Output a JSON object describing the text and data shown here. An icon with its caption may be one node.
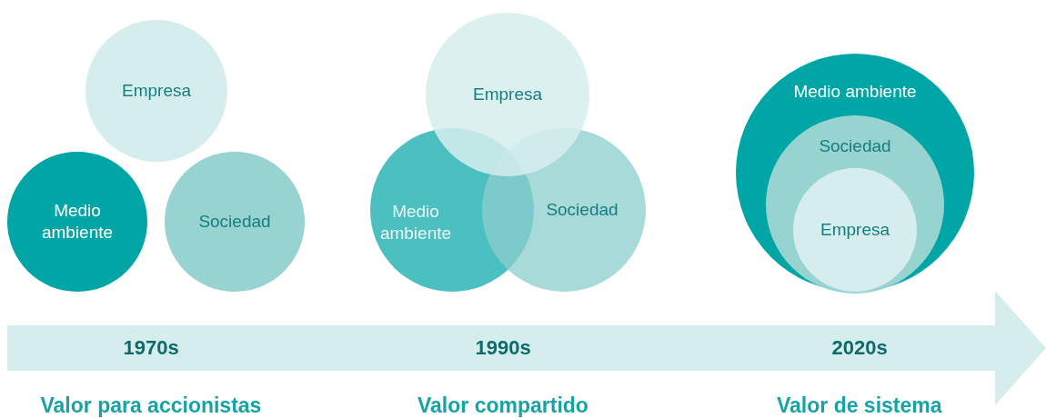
{
  "diagram": {
    "nodes": [
      {
        "text": [
          "Empresa"
        ]
      },
      {
        "text": [
          "Medio ambiente"
        ]
      },
      {
        "text": [
          "Sociedad"
        ]
      },
      {
        "text": [
          "Empresa"
        ]
      },
      {
        "text": [
          "Medio ambiente"
        ]
      },
      {
        "text": [
          "Sociedad"
        ]
      },
      {
        "text": [
          "Medio ambiente"
        ]
      },
      {
        "text": [
          "Sociedad"
        ],
        "in": 6
      },
      {
        "text": [
          "Empresa"
        ],
        "in": 7
      }
    ],
    "edges": [],
    "labels": [
      "1970s",
      "1990s",
      "2020s",
      "Valor para accionistas",
      "Valor compartido",
      "Valor de sistema"
    ]
  }
}
